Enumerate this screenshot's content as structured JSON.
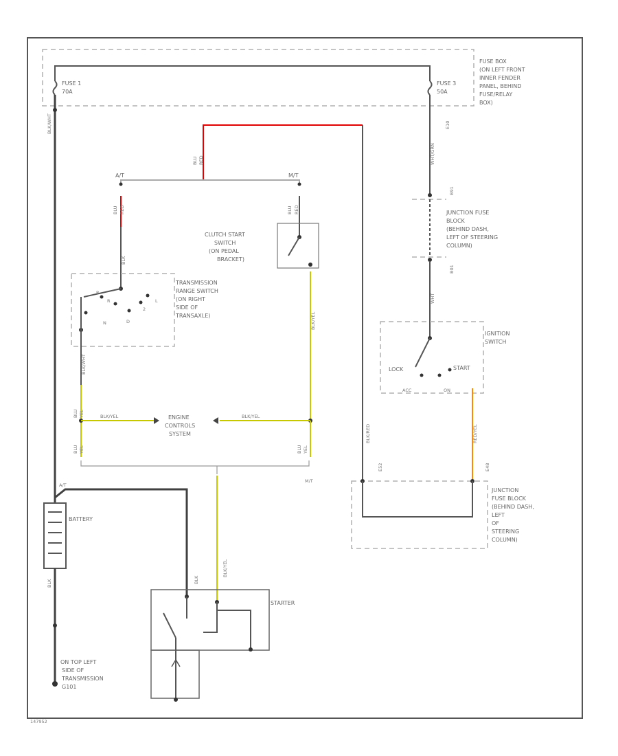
{
  "labels": {
    "fuse_box": [
      "FUSE BOX",
      "(ON LEFT FRONT",
      "INNER FENDER",
      "PANEL, BEHIND",
      "FUSE/RELAY",
      "BOX)"
    ],
    "fuse1": [
      "FUSE 1",
      "70A"
    ],
    "fuse3": [
      "FUSE 3",
      "50A"
    ],
    "junction_fuse_block_top": [
      "JUNCTION FUSE",
      "BLOCK",
      "(BEHIND DASH,",
      "LEFT OF STEERING",
      "COLUMN)"
    ],
    "clutch_start_switch": [
      "CLUTCH START",
      "SWITCH",
      "(ON PEDAL",
      "BRACKET)"
    ],
    "transmission_range_switch": [
      "TRANSMISSION",
      "RANGE SWITCH",
      "(ON RIGHT",
      "SIDE OF",
      "TRANSAXLE)"
    ],
    "ignition_switch": [
      "IGNITION",
      "SWITCH"
    ],
    "ignition_positions": {
      "lock": "LOCK",
      "start": "START",
      "acc": "ACC",
      "on": "ON"
    },
    "engine_controls": [
      "ENGINE",
      "CONTROLS",
      "SYSTEM"
    ],
    "junction_fuse_block_bottom": [
      "JUNCTION",
      "FUSE BLOCK",
      "(BEHIND DASH,",
      "LEFT",
      "OF",
      "STEERING",
      "COLUMN)"
    ],
    "battery": "BATTERY",
    "starter": "STARTER",
    "ground": [
      "ON TOP LEFT",
      "SIDE OF",
      "TRANSMISSION",
      "G101"
    ],
    "variant_at_top": "A/T",
    "variant_mt_top": "M/T",
    "variant_at_bottom": "A/T",
    "variant_mt_bottom": "M/T",
    "range_positions": [
      "P",
      "R",
      "N",
      "D",
      "2",
      "L"
    ],
    "footer_code": "147952"
  },
  "wires": {
    "blk_top": "BLK/WHT",
    "blu_red_top": [
      "BLU",
      "RED"
    ],
    "blu_red_at": [
      "BLU",
      "RED"
    ],
    "blu_red_mt": [
      "BLU",
      "RED"
    ],
    "blk_trs": "BLK",
    "blk_left": "BLK/WHT",
    "blu_left": [
      "BLU",
      "YEL"
    ],
    "blu_yel_mid": "BLK/YEL",
    "blu_yel_right": "BLK/YEL",
    "blu_yel_vert": "BLK/YEL",
    "blk_wht_fuse3": "WHT/GRN",
    "c_top": "E10",
    "c_b1": "B91",
    "c_b2": "B01",
    "wht": "WHT",
    "blk_red_vert": "BLK/RED",
    "red_vert": "RED/YEL",
    "c_e": "E52",
    "c_e2": "E48",
    "blk_batt": "BLK",
    "blk_starter": "BLK",
    "blu_yel_starter": "BLK/YEL"
  },
  "colors": {
    "black_wire": "#404040",
    "red_wire": "#e00000",
    "yellow_wire": "#c8c800",
    "orange_wire": "#ff8800"
  }
}
